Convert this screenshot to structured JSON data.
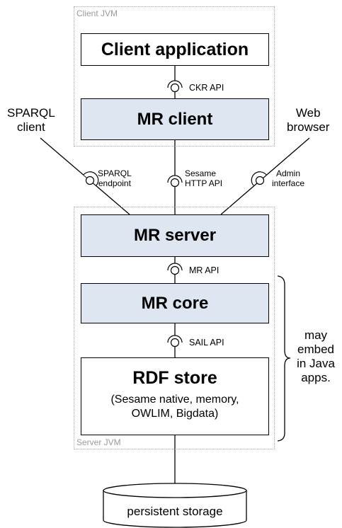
{
  "frames": {
    "client_jvm": "Client  JVM",
    "server_jvm": "Server  JVM"
  },
  "boxes": {
    "client_application": "Client application",
    "mr_client": "MR client",
    "mr_server": "MR server",
    "mr_core": "MR core",
    "rdf_store_title": "RDF store",
    "rdf_store_line1": "(Sesame native, memory,",
    "rdf_store_line2": "OWLIM, Bigdata)"
  },
  "interfaces": {
    "ckr_api": "CKR API",
    "sparql_endpoint_1": "SPARQL",
    "sparql_endpoint_2": "endpoint",
    "sesame_http_1": "Sesame",
    "sesame_http_2": "HTTP API",
    "admin_1": "Admin",
    "admin_2": "interface",
    "mr_api": "MR API",
    "sail_api": "SAIL API"
  },
  "external_clients": {
    "sparql_client_1": "SPARQL",
    "sparql_client_2": "client",
    "web_browser_1": "Web",
    "web_browser_2": "browser"
  },
  "embed_note": [
    "may",
    "embed",
    "in Java",
    "apps."
  ],
  "storage": "persistent storage"
}
